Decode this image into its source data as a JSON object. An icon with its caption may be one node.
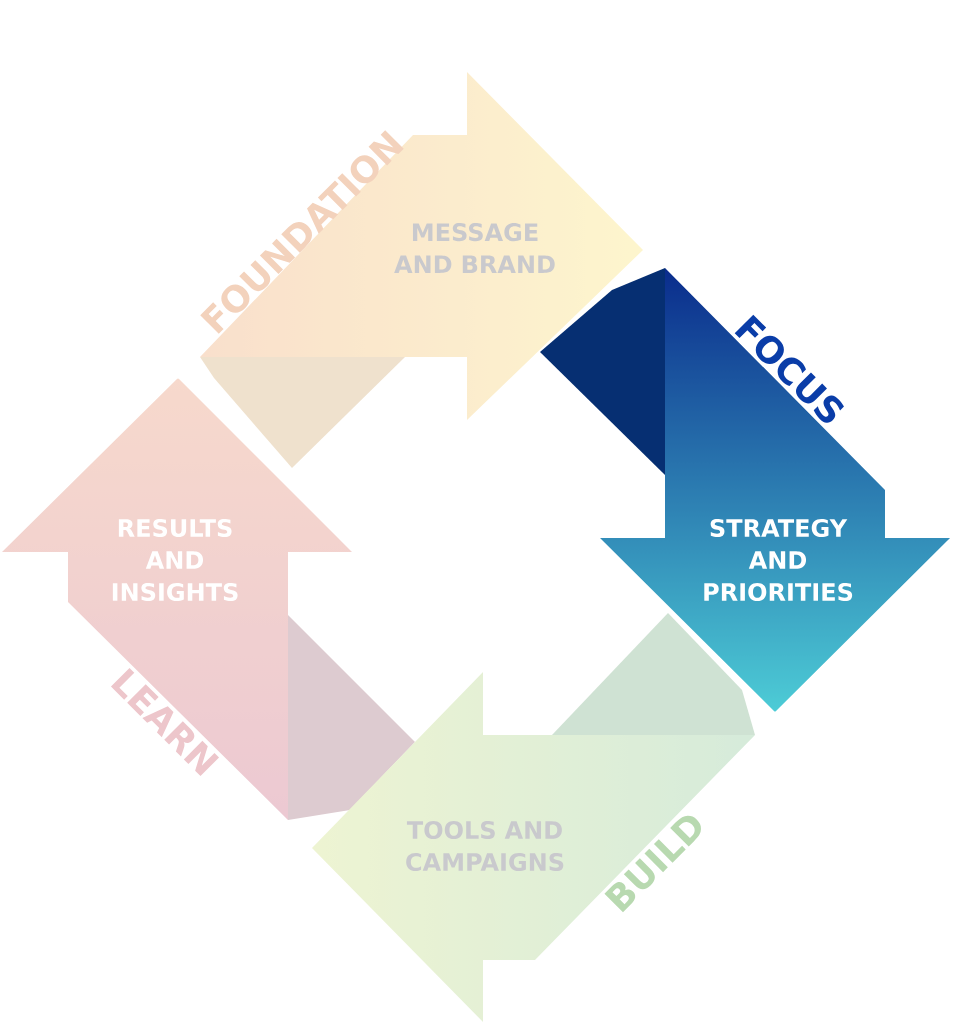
{
  "diagram": {
    "nodes": [
      {
        "text": [
          "FOUNDATION",
          "MESSAGE AND BRAND"
        ]
      },
      {
        "text": [
          "RESULTS AND INSIGHTS",
          "LEARN"
        ]
      },
      {
        "text": [
          "FOCUS",
          "STRATEGY AND PRIORITIES"
        ]
      },
      {
        "text": [
          "TOOLS AND CAMPAIGNS",
          "BUILD"
        ]
      }
    ]
  }
}
